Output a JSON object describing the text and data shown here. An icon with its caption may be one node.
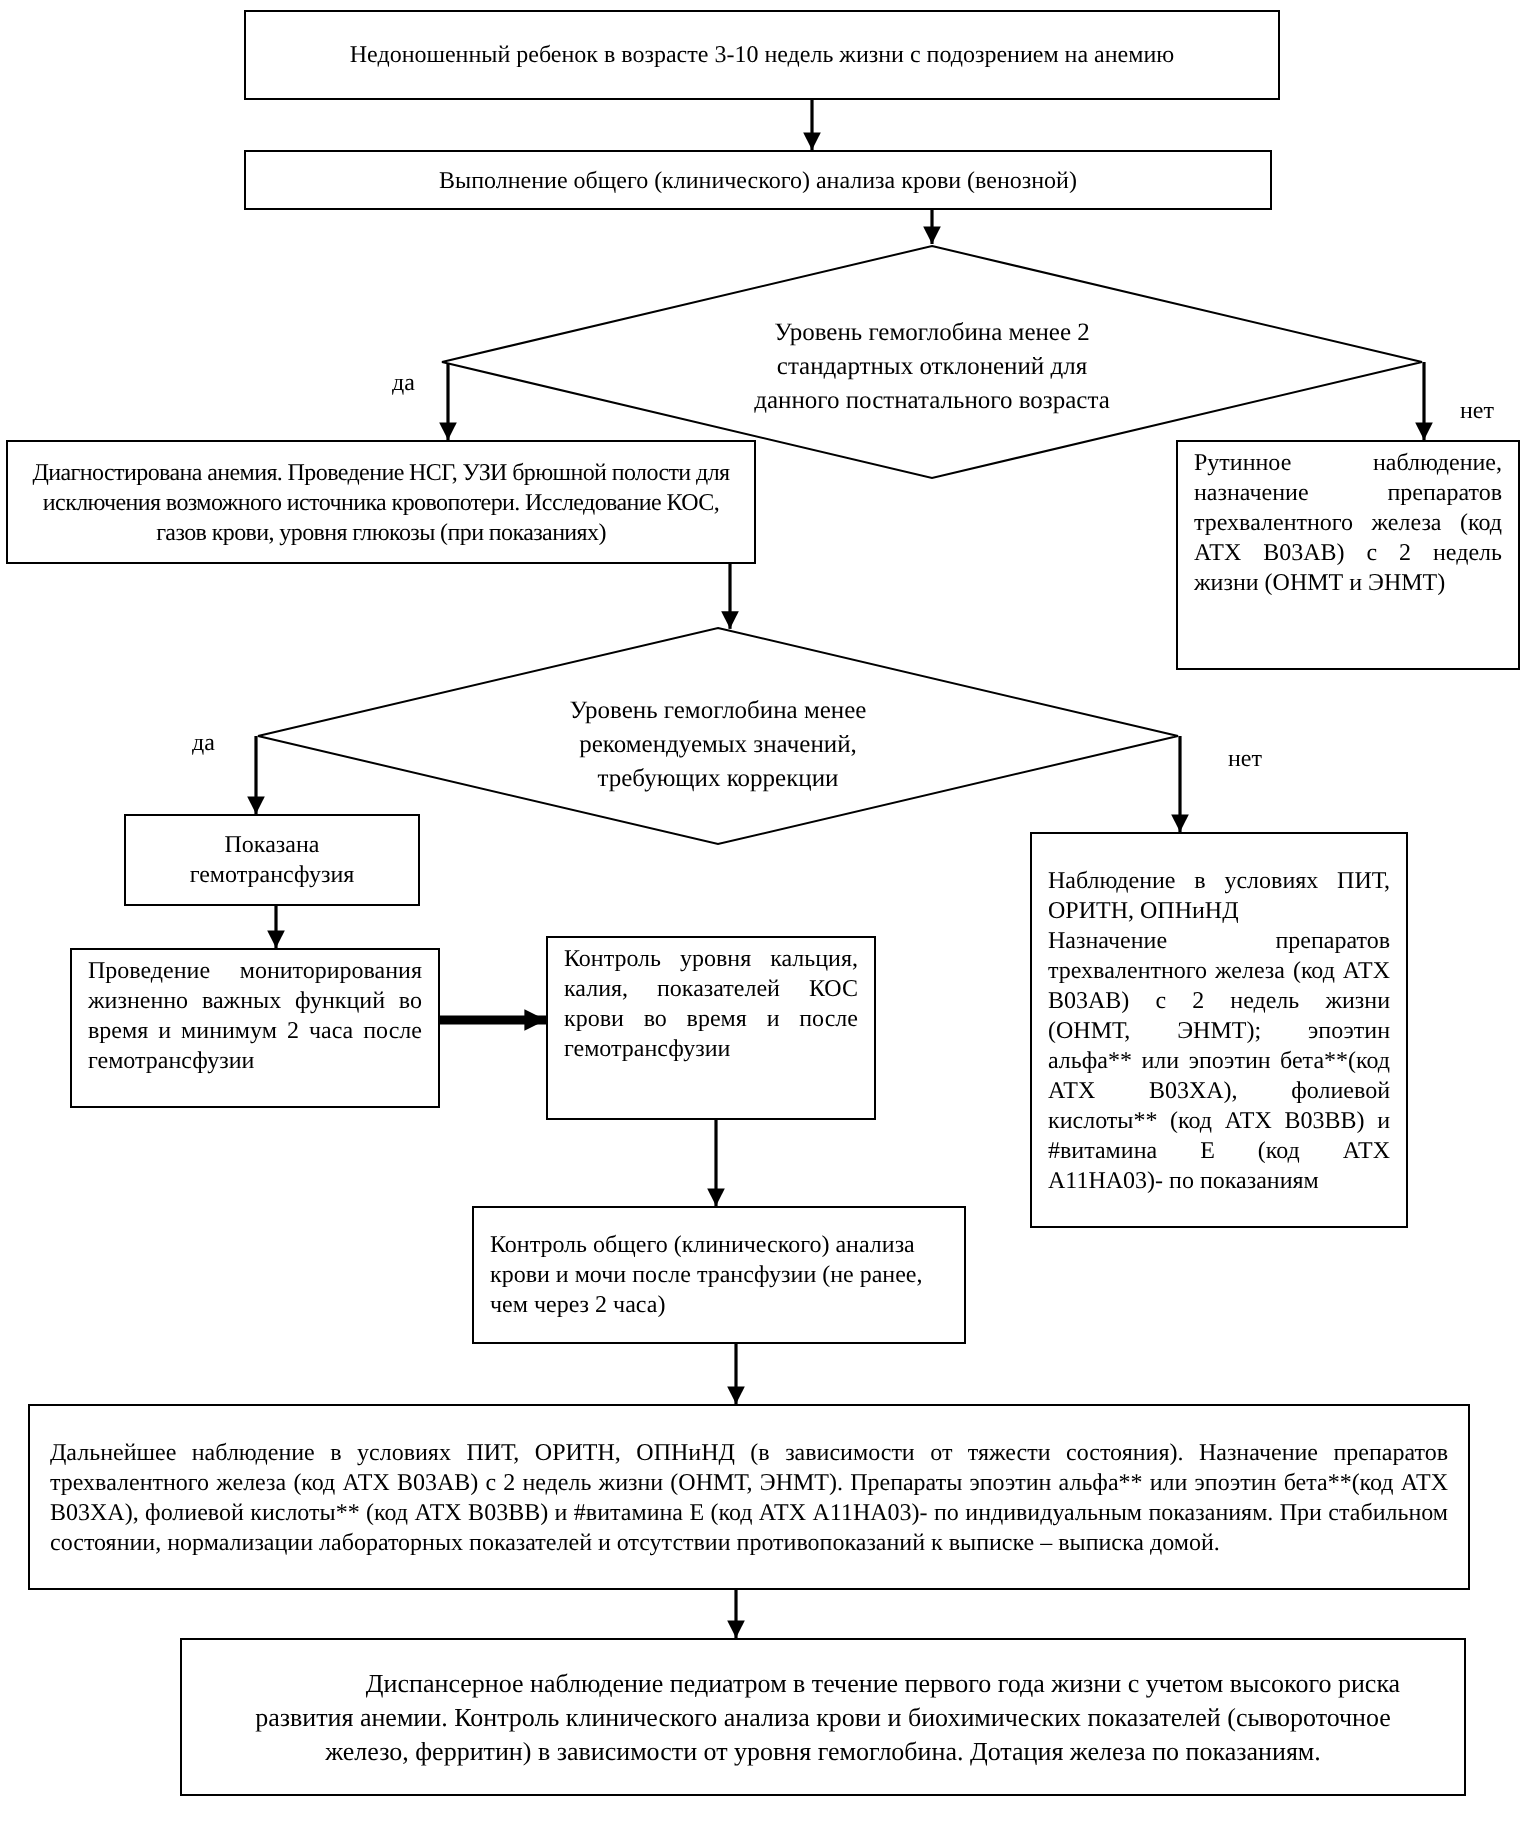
{
  "diagram": {
    "nodes": [
      {
        "text": [
          "Недоношенный ребенок в возрасте 3-10 недель жизни с подозрением на анемию"
        ]
      },
      {
        "text": [
          "Выполнение общего (клинического) анализа крови (венозной)"
        ]
      },
      {
        "text": [
          "Уровень гемоглобина менее 2 стандартных отклонений для данного постнатального возраста"
        ]
      },
      {
        "text": [
          "Диагностирована анемия. Проведение НСГ, УЗИ брюшной полости для исключения возможного источника кровопотери. Исследование КОС, газов крови, уровня глюкозы (при показаниях)"
        ]
      },
      {
        "text": [
          "Рутинное наблюдение, назначение препаратов трехвалентного железа (код АТХ B03AB) с 2 недель жизни (ОНМТ и ЭНМТ)"
        ]
      },
      {
        "text": [
          "Уровень гемоглобина менее рекомендуемых значений, требующих коррекции"
        ]
      },
      {
        "text": [
          "Показана гемотрансфузия"
        ]
      },
      {
        "text": [
          "Проведение мониторирования жизненно важных функций во время и минимум 2 часа после гемотрансфузии"
        ]
      },
      {
        "text": [
          "Контроль уровня кальция, калия, показателей КОС крови во время и после гемотрансфузии"
        ]
      },
      {
        "text": [
          "Наблюдение в условиях ПИТ, ОРИТН, ОПНиНД",
          "Назначение препаратов трехвалентного железа (код АТХ B03AB) с 2 недель жизни (ОНМТ, ЭНМТ); эпоэтин альфа** или эпоэтин бета**(код АТХ B03XA), фолиевой кислоты** (код АТХ B03BB) и #витамина Е (код АТХ A11HA03)- по показаниям"
        ]
      },
      {
        "text": [
          "Контроль общего (клинического) анализа крови и мочи после трансфузии (не ранее, чем через 2 часа)"
        ]
      },
      {
        "text": [
          "Дальнейшее наблюдение в условиях ПИТ, ОРИТН, ОПНиНД (в зависимости от тяжести состояния). Назначение препаратов трехвалентного железа (код АТХ B03AB) с 2 недель жизни (ОНМТ, ЭНМТ). Препараты эпоэтин альфа** или эпоэтин бета**(код АТХ B03XA), фолиевой кислоты** (код АТХ B03BB) и #витамина Е (код АТХ A11HA03)- по индивидуальным показаниям. При стабильном состоянии, нормализации лабораторных показателей и отсутствии противопоказаний к выписке – выписка домой."
        ]
      },
      {
        "text": [
          "Диспансерное наблюдение педиатром в течение первого года жизни с учетом высокого риска развития анемии. Контроль клинического анализа крови и биохимических показателей (сывороточное железо, ферритин) в зависимости от уровня гемоглобина. Дотация железа по показаниям."
        ]
      }
    ],
    "edges": [
      {
        "from": 0,
        "to": 1,
        "arrow": "to"
      },
      {
        "from": 1,
        "to": 2,
        "arrow": "to"
      },
      {
        "from": 2,
        "to": 3,
        "arrow": "to",
        "label": "да"
      },
      {
        "from": 2,
        "to": 4,
        "arrow": "to",
        "label": "нет"
      },
      {
        "from": 3,
        "to": 5,
        "arrow": "to"
      },
      {
        "from": 5,
        "to": 6,
        "arrow": "to",
        "label": "да"
      },
      {
        "from": 5,
        "to": 9,
        "arrow": "to",
        "label": "нет"
      },
      {
        "from": 6,
        "to": 7,
        "arrow": "to"
      },
      {
        "from": 7,
        "to": 8,
        "arrow": "to",
        "style": "thick"
      },
      {
        "from": 8,
        "to": 10,
        "arrow": "to"
      },
      {
        "from": 10,
        "to": 11,
        "arrow": "to"
      },
      {
        "from": 11,
        "to": 12,
        "arrow": "to"
      }
    ]
  }
}
